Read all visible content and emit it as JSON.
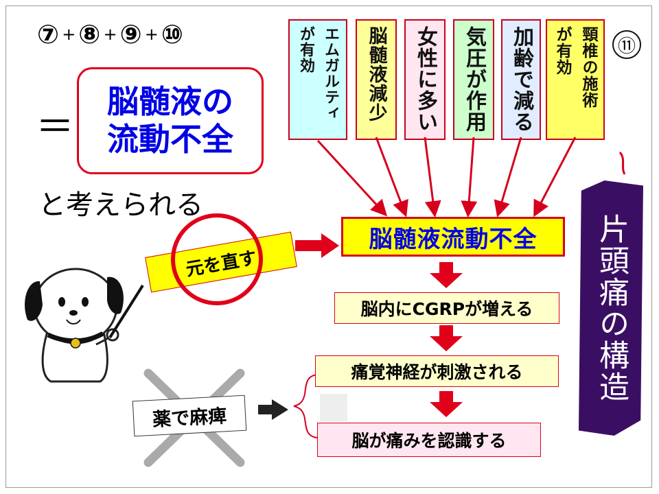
{
  "equation": {
    "terms": [
      "⑦",
      "⑧",
      "⑨",
      "⑩"
    ],
    "operator": "+",
    "equals": "＝"
  },
  "main_term": {
    "line1": "脳髄液の",
    "line2": "流動不全"
  },
  "considered": "と考えられる",
  "factors": [
    {
      "lines": [
        "エムガルティ",
        "が有効"
      ],
      "color": "#ccffff"
    },
    {
      "lines": [
        "脳髄液減少"
      ],
      "color": "#ffff99"
    },
    {
      "lines": [
        "女性に多い"
      ],
      "color": "#ffe6f0"
    },
    {
      "lines": [
        "気圧が作用"
      ],
      "color": "#ccffcc"
    },
    {
      "lines": [
        "加齢で減る"
      ],
      "color": "#e0ecff"
    },
    {
      "lines": [
        "頸椎の施術",
        "が有効"
      ],
      "color": "#ffff66"
    }
  ],
  "slide_number": "⑪",
  "center": "脳髄液流動不全",
  "flow": [
    "脳内にCGRPが増える",
    "痛覚神経が刺激される",
    "脳が痛みを認識する"
  ],
  "side_title": "片頭痛の構造",
  "fix_root": "元を直す",
  "drug": "薬で麻痺",
  "colors": {
    "accent_red": "#e0001a",
    "blue_text": "#0000e6",
    "banner_purple": "#3a0f63",
    "highlight_yellow": "#ffff00"
  }
}
